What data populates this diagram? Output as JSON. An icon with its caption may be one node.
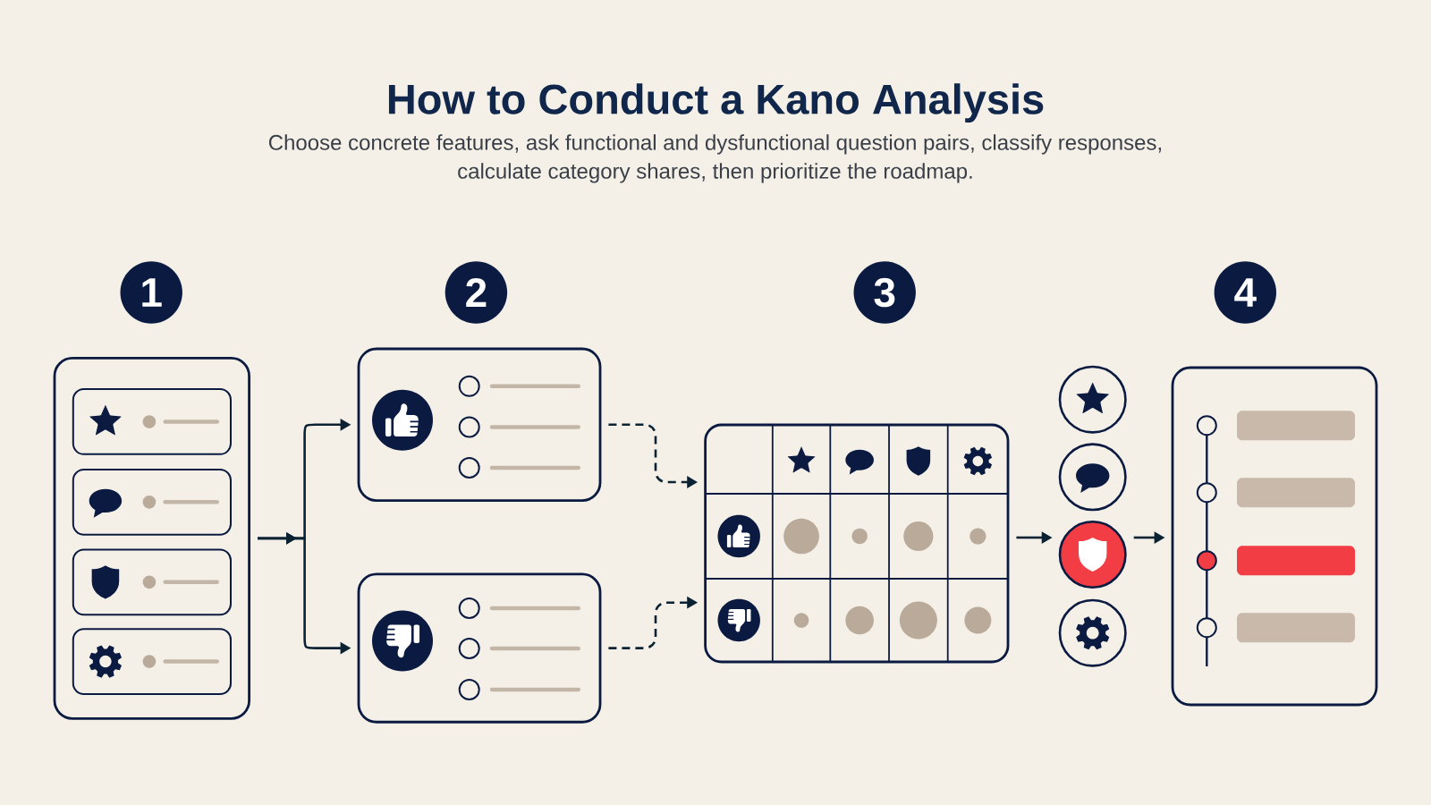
{
  "diagram": {
    "title": "How to Conduct a Kano Analysis",
    "nodes": [
      {
        "text": [
          "1"
        ]
      },
      {
        "text": [
          "2"
        ]
      },
      {
        "text": [
          "3"
        ]
      },
      {
        "text": [
          "4"
        ]
      },
      {
        "text": [],
        "shape": "box"
      },
      {
        "text": [],
        "shape": "box",
        "in": 4
      },
      {
        "text": [],
        "shape": "box",
        "in": 4
      },
      {
        "text": [],
        "shape": "box",
        "in": 4
      },
      {
        "text": [],
        "shape": "box",
        "in": 4
      },
      {
        "text": [],
        "shape": "box"
      },
      {
        "text": [],
        "shape": "box"
      },
      {
        "text": [],
        "shape": "box"
      },
      {
        "text": [],
        "shape": "circle"
      },
      {
        "text": [],
        "shape": "circle"
      },
      {
        "text": [],
        "shape": "circle"
      },
      {
        "text": [],
        "shape": "circle"
      },
      {
        "text": [],
        "shape": "box"
      },
      {
        "text": [],
        "shape": "bar",
        "in": 16
      },
      {
        "text": [],
        "shape": "bar",
        "in": 16
      },
      {
        "text": [],
        "shape": "bar",
        "in": 16
      },
      {
        "text": [],
        "shape": "bar",
        "in": 16
      }
    ],
    "edges": [
      {
        "from": 4,
        "to": 9,
        "arrow": "to"
      },
      {
        "from": 4,
        "to": 10,
        "arrow": "to"
      },
      {
        "from": 9,
        "to": 11,
        "arrow": "to",
        "style": "dashed"
      },
      {
        "from": 10,
        "to": 11,
        "arrow": "to",
        "style": "dashed"
      },
      {
        "from": 11,
        "to": 14,
        "arrow": "to"
      },
      {
        "from": 14,
        "to": 16,
        "arrow": "to"
      }
    ],
    "labels": [
      "Choose concrete features, ask functional and dysfunctional question pairs, classify responses, calculate category shares, then prioritize the roadmap."
    ]
  }
}
